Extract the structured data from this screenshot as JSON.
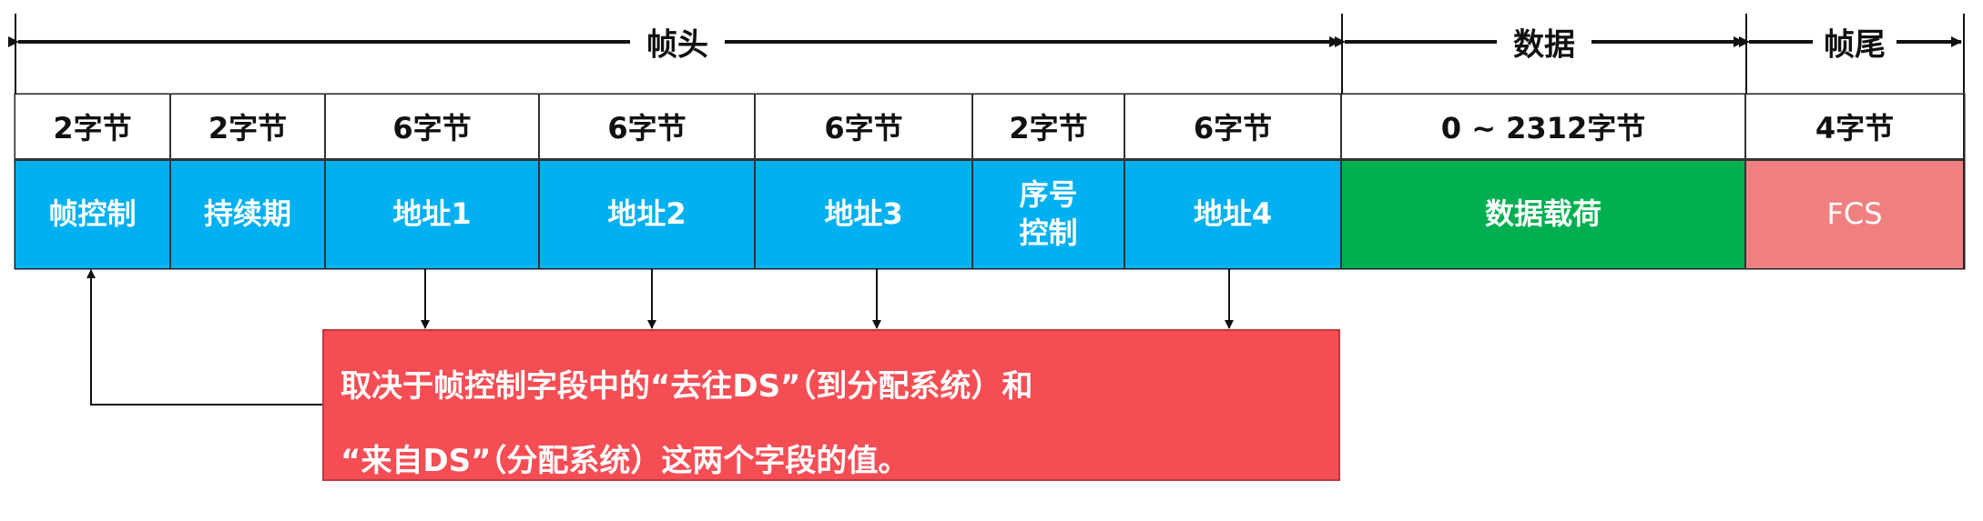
{
  "sections": [
    {
      "label": "帧头"
    },
    {
      "label": "数据"
    },
    {
      "label": "帧尾"
    }
  ],
  "fields": [
    {
      "size": "2字节",
      "name": "帧控制"
    },
    {
      "size": "2字节",
      "name": "持续期"
    },
    {
      "size": "6字节",
      "name": "地址1"
    },
    {
      "size": "6字节",
      "name": "地址2"
    },
    {
      "size": "6字节",
      "name": "地址3"
    },
    {
      "size": "2字节",
      "name": "序号控制"
    },
    {
      "size": "6字节",
      "name": "地址4"
    },
    {
      "size": "0 ~ 2312字节",
      "name": "数据载荷"
    },
    {
      "size": "4字节",
      "name": "FCS"
    }
  ],
  "note": {
    "line1": "取决于帧控制字段中的“去往DS”（到分配系统）和",
    "line2": "“来自DS”（分配系统）这两个字段的值。"
  },
  "colors": {
    "header_field": "#00b0f0",
    "data_field": "#00b050",
    "trailer_field": "#f08080",
    "note": "#f54d54"
  }
}
